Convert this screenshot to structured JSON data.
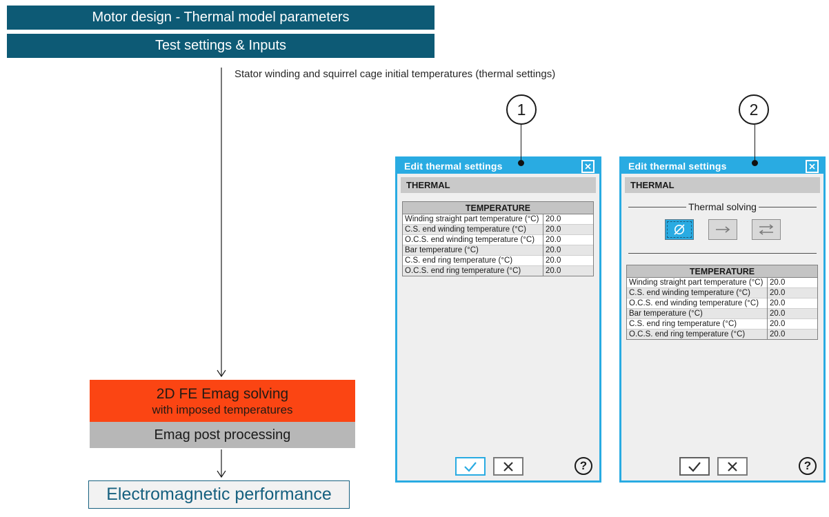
{
  "banners": [
    {
      "label": "Motor design - Thermal model parameters"
    },
    {
      "label": "Test settings & Inputs"
    }
  ],
  "annotation": {
    "label": "Stator winding and squirrel cage initial temperatures (thermal settings)"
  },
  "flowchart": {
    "solve_box": {
      "line1": "2D FE Emag solving",
      "line2": "with imposed temperatures"
    },
    "post_box": {
      "label": "Emag post processing"
    },
    "result_box": {
      "label": "Electromagnetic performance"
    }
  },
  "callouts": [
    {
      "number": "1"
    },
    {
      "number": "2"
    }
  ],
  "dialog1": {
    "title": "Edit thermal settings",
    "section": "THERMAL",
    "table": {
      "header": "TEMPERATURE",
      "rows": [
        {
          "label": "Winding straight part temperature (°C)",
          "value": "20.0"
        },
        {
          "label": "C.S. end winding temperature (°C)",
          "value": "20.0"
        },
        {
          "label": "O.C.S. end winding temperature (°C)",
          "value": "20.0"
        },
        {
          "label": "Bar temperature (°C)",
          "value": "20.0"
        },
        {
          "label": "C.S. end ring temperature (°C)",
          "value": "20.0"
        },
        {
          "label": "O.C.S. end ring temperature (°C)",
          "value": "20.0"
        }
      ]
    }
  },
  "dialog2": {
    "title": "Edit thermal settings",
    "section": "THERMAL",
    "thermal_solving": {
      "label": "Thermal solving",
      "options": [
        {
          "icon": "no-thermal-solving-icon",
          "selected": true
        },
        {
          "icon": "one-directional-solving-icon",
          "selected": false
        },
        {
          "icon": "bi-directional-solving-icon",
          "selected": false
        }
      ]
    },
    "table": {
      "header": "TEMPERATURE",
      "rows": [
        {
          "label": "Winding straight part temperature (°C)",
          "value": "20.0"
        },
        {
          "label": "C.S. end winding temperature (°C)",
          "value": "20.0"
        },
        {
          "label": "O.C.S. end winding temperature (°C)",
          "value": "20.0"
        },
        {
          "label": "Bar temperature (°C)",
          "value": "20.0"
        },
        {
          "label": "C.S. end ring temperature (°C)",
          "value": "20.0"
        },
        {
          "label": "O.C.S. end ring temperature (°C)",
          "value": "20.0"
        }
      ]
    }
  },
  "colors": {
    "banner_teal": "#0d5a75",
    "accent_cyan": "#29abe2",
    "solve_orange": "#fb4513",
    "post_gray": "#b7b7b7",
    "result_teal": "#16607f",
    "dialog_body": "#efefef",
    "section_gray": "#c9c9c9",
    "table_header_gray": "#c4c4c4",
    "row_alt_gray": "#e6e6e6"
  }
}
